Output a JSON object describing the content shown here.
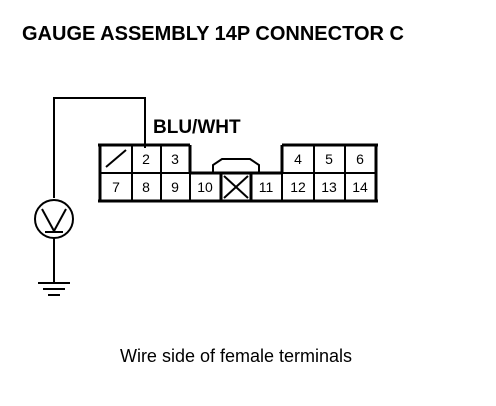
{
  "title": "GAUGE ASSEMBLY 14P CONNECTOR C",
  "wire_label": "BLU/WHT",
  "caption": "Wire side of female terminals",
  "connector": {
    "top_row": {
      "pin_2": "2",
      "pin_3": "3",
      "pin_4": "4",
      "pin_5": "5",
      "pin_6": "6"
    },
    "bottom_row": {
      "pin_7": "7",
      "pin_8": "8",
      "pin_9": "9",
      "pin_10": "10",
      "pin_11": "11",
      "pin_12": "12",
      "pin_13": "13",
      "pin_14": "14"
    }
  },
  "meter_symbol": "V",
  "colors": {
    "ink": "#000000",
    "background": "#ffffff"
  }
}
